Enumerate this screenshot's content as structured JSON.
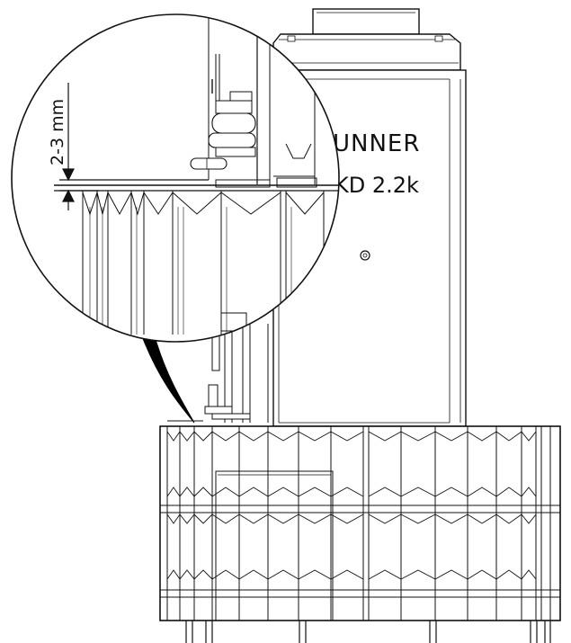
{
  "diagram": {
    "brand_label": "UNNER",
    "model_label": "KD 2.2k",
    "dimension_label": "2-3 mm"
  },
  "colors": {
    "line": "#111111",
    "fill": "#ffffff",
    "pointer": "#000000"
  }
}
